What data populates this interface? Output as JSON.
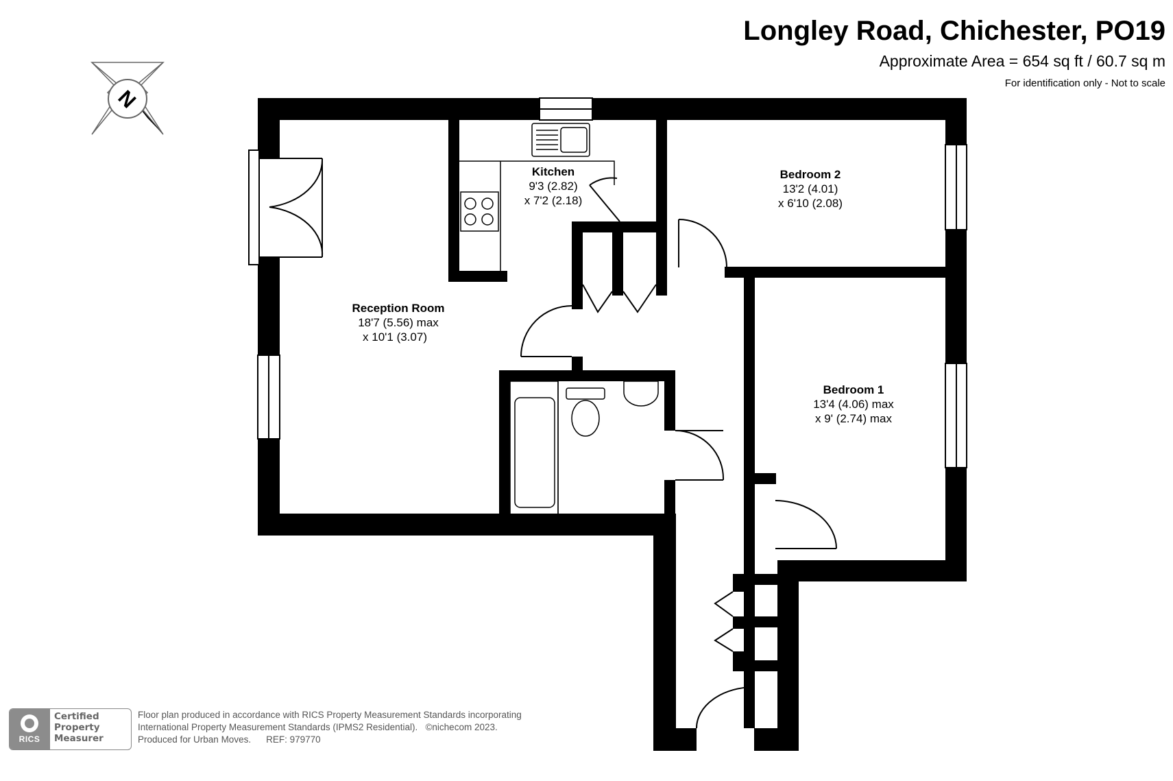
{
  "header": {
    "title": "Longley Road, Chichester, PO19",
    "area": "Approximate Area = 654 sq ft / 60.7 sq m",
    "disclaimer": "For identification only - Not to scale"
  },
  "compass": {
    "letter": "N"
  },
  "rooms": {
    "kitchen": {
      "name": "Kitchen",
      "dim1": "9'3 (2.82)",
      "dim2": "x 7'2 (2.18)"
    },
    "bedroom2": {
      "name": "Bedroom 2",
      "dim1": "13'2 (4.01)",
      "dim2": "x 6'10 (2.08)"
    },
    "reception": {
      "name": "Reception Room",
      "dim1": "18'7 (5.56) max",
      "dim2": "x 10'1 (3.07)"
    },
    "bedroom1": {
      "name": "Bedroom 1",
      "dim1": "13'4 (4.06) max",
      "dim2": "x 9' (2.74) max"
    }
  },
  "badge": {
    "brand": "RICS",
    "line1": "Certified",
    "line2": "Property",
    "line3": "Measurer"
  },
  "footer": {
    "line1": "Floor plan produced in accordance with RICS Property Measurement Standards incorporating",
    "line2": "International Property Measurement Standards (IPMS2 Residential).",
    "copyright": "©nichecom 2023.",
    "line3a": "Produced for Urban Moves.",
    "line3b": "REF:  979770"
  },
  "colors": {
    "wall": "#000000",
    "fixture": "#666666",
    "badge": "#8c8c8c"
  }
}
